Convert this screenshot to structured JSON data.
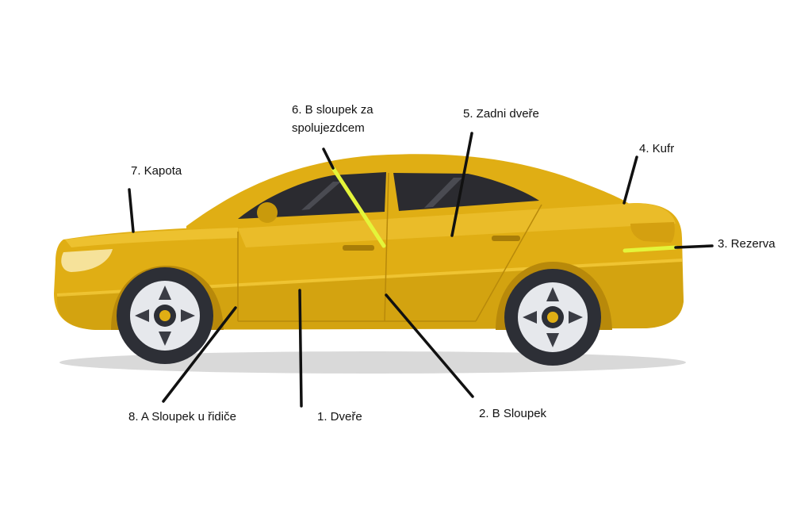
{
  "labels": {
    "label_1": "1. Dveře",
    "label_2": "2. B Sloupek",
    "label_3": "3. Rezerva",
    "label_4": "4. Kufr",
    "label_5": "5. Zadni dveře",
    "label_6_line1": "6. B sloupek za",
    "label_6_line2": "spolujezdcem",
    "label_7": "7. Kapota",
    "label_8": "8. A Sloupek u řidiče"
  },
  "colors": {
    "car_body": "#E0AE14",
    "car_body_dark": "#C99A0C",
    "car_highlight": "#F2C93A",
    "window": "#2B2B30",
    "tire": "#2D2F36",
    "rim": "#E6E8EC",
    "hub_accent": "#E0AE14",
    "shadow": "#D9D9D9",
    "leader_line": "#111111",
    "highlight_line": "#E4F53A"
  }
}
